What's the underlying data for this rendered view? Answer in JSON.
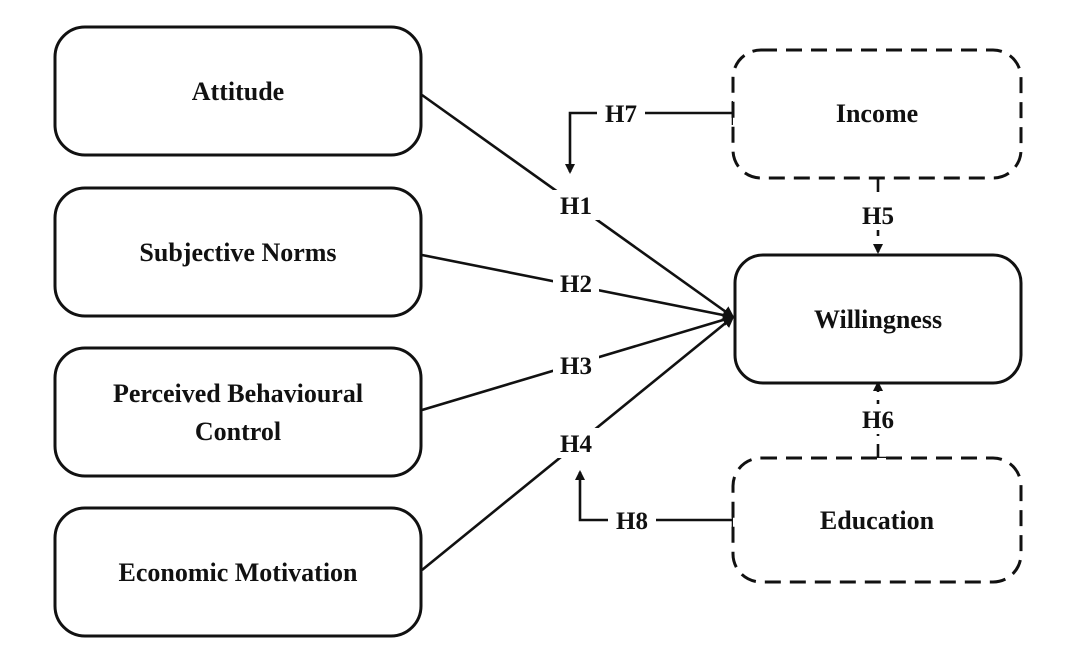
{
  "nodes": {
    "attitude": {
      "label": "Attitude"
    },
    "subjective_norms": {
      "label": "Subjective Norms"
    },
    "pbc": {
      "label_line1": "Perceived Behavioural",
      "label_line2": "Control"
    },
    "economic_motivation": {
      "label": "Economic Motivation"
    },
    "willingness": {
      "label": "Willingness"
    },
    "income": {
      "label": "Income"
    },
    "education": {
      "label": "Education"
    }
  },
  "hypotheses": {
    "h1": "H1",
    "h2": "H2",
    "h3": "H3",
    "h4": "H4",
    "h5": "H5",
    "h6": "H6",
    "h7": "H7",
    "h8": "H8"
  },
  "colors": {
    "stroke": "#111111",
    "background": "#ffffff"
  }
}
